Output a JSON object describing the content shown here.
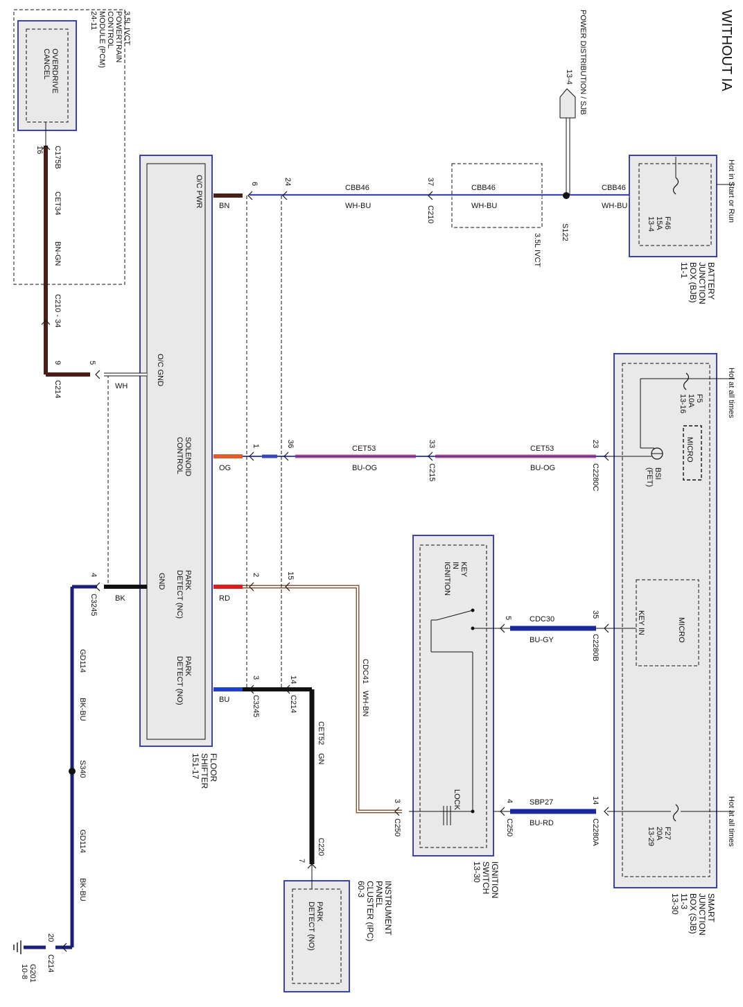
{
  "title": "WITHOUT IA",
  "colors": {
    "WH-BU": "#3a45b8",
    "BU-OG": "#e25b2a",
    "BU-GY": "#1a2a9e",
    "BU-RD": "#1a2a9e",
    "BN": "#4a1e14",
    "OG": "#e25b2a",
    "RD": "#e01b1b",
    "BU": "#1f3fd0",
    "BK": "#111111",
    "GN": "#111111",
    "BK-BU": "#1a1f7a",
    "WH": "#ffffff",
    "WH-BN": "#8a5a3a",
    "BN-GN": "#4a1e14",
    "box_border": "#3a40b8"
  },
  "bjb": {
    "title": "Hot in Start or Run",
    "fuse": [
      "F46",
      "15A",
      "13-4"
    ],
    "name": [
      "BATTERY",
      "JUNCTION",
      "BOX (BJB)",
      "11-1"
    ]
  },
  "sjb": {
    "title_top": "Hot at all times",
    "title_bottom": "Hot at all times",
    "f5": [
      "F5",
      "10A",
      "13-16"
    ],
    "micro1": "MICRO",
    "bsi": [
      "BSI",
      "(FET)"
    ],
    "micro2": "MICRO",
    "keyin": "KEY IN",
    "f27": [
      "F27",
      "20A",
      "13-29"
    ],
    "name": [
      "SMART",
      "JUNCTION",
      "BOX (SJB)",
      "11-3",
      "13-30"
    ]
  },
  "power_dist": {
    "label": "POWER DISTRIBUTION / SJB",
    "ref": "13-4"
  },
  "splices": {
    "s122": "S122",
    "s340": "S340"
  },
  "ivct1": "3.5L IVCT",
  "ivct2": "3.5L IVCT",
  "ign": {
    "key": [
      "KEY",
      "IN",
      "IGNITION"
    ],
    "lock": "LOCK",
    "name": [
      "IGNITION",
      "SWITCH",
      "13-30"
    ]
  },
  "shifter": {
    "oc_pwr": "O/C PWR",
    "oc_gnd": [
      "O/C GND"
    ],
    "sol": [
      "SOLENOID",
      "CONTROL"
    ],
    "pdnc": [
      "PARK",
      "DETECT (NC)"
    ],
    "gnd": "GND",
    "pdno": [
      "PARK",
      "DETECT (NO)"
    ],
    "name": [
      "FLOOR",
      "SHIFTER",
      "151-17"
    ]
  },
  "pcm": {
    "inner": [
      "OVERDRIVE",
      "CANCEL"
    ],
    "name": [
      "3.5L IVCT",
      "POWERTRAIN",
      "CONTROL",
      "MODULE (PCM)",
      "24-11"
    ]
  },
  "ipc": {
    "inner": [
      "PARK",
      "DETECT (NO)"
    ],
    "name": [
      "INSTRUMENT",
      "PANEL",
      "CLUSTER (IPC)",
      "60-3"
    ]
  },
  "ground": {
    "name": "G201",
    "ref": "10-8"
  },
  "wires": {
    "cbb46a": "CBB46",
    "whbua": "WH-BU",
    "cbb46b": "CBB46",
    "whbub": "WH-BU",
    "cbb46c": "CBB46",
    "whbuc": "WH-BU",
    "cet53a": "CET53",
    "buoga": "BU-OG",
    "cet53b": "CET53",
    "buogb": "BU-OG",
    "cdc30": "CDC30",
    "bugy": "BU-GY",
    "sbp27": "SBP27",
    "burd": "BU-RD",
    "cdc41": "CDC41",
    "whbn": "WH-BN",
    "cet52": "CET52",
    "gn": "GN",
    "gd114a": "GD114",
    "bkbua": "BK-BU",
    "gd114b": "GD114",
    "bkbub": "BK-BU",
    "cet34": "CET34",
    "bngn": "BN-GN",
    "bn": "BN",
    "og": "OG",
    "rd": "RD",
    "bu": "BU",
    "bk": "BK",
    "wh": "WH"
  },
  "connectors": {
    "c210a": "C210",
    "c215": "C215",
    "c2280c": "C2280C",
    "c2280b": "C2280B",
    "c2280a": "C2280A",
    "c250a": "C250",
    "c250b": "C250",
    "c3245a": "C3245",
    "c3245b": "C3245",
    "c214a": "C214",
    "c214b": "C214",
    "c214c": "C214",
    "c220": "C220",
    "c210b": "C210 - 34",
    "c175b": "C175B"
  },
  "pins": {
    "p6": "6",
    "p24": "24",
    "p37": "37",
    "p1": "1",
    "p36": "36",
    "p33": "33",
    "p23": "23",
    "p2": "2",
    "p15": "15",
    "p3": "3",
    "p14": "14",
    "p5": "5",
    "p35": "35",
    "p4": "4",
    "p14b": "14",
    "p3b": "3",
    "p7": "7",
    "p4b": "4",
    "p5b": "5",
    "p9": "9",
    "p16": "16",
    "p20": "20"
  }
}
